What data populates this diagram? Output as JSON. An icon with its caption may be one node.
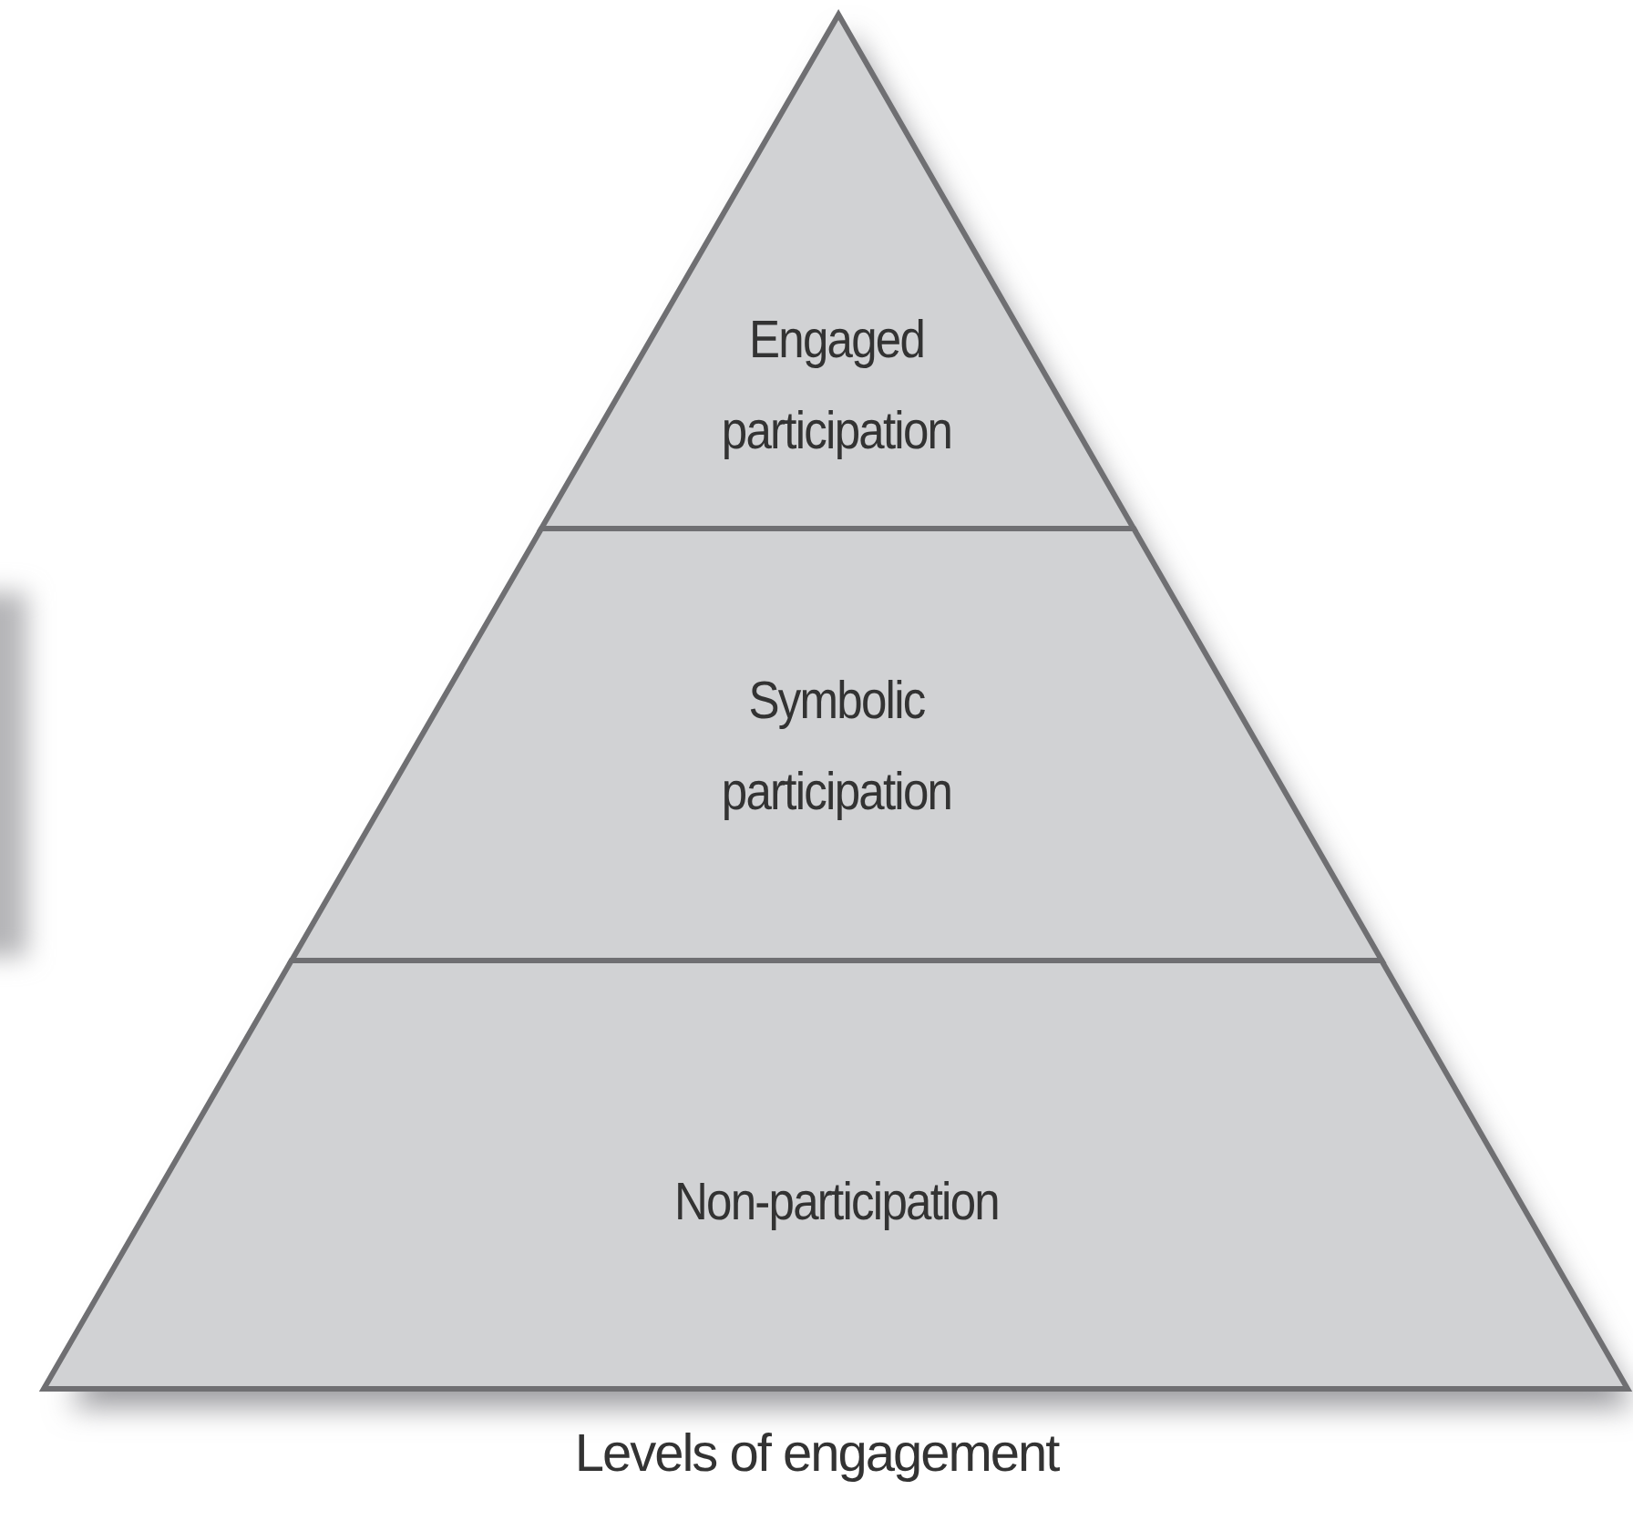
{
  "diagram": {
    "caption": "Levels of engagement",
    "nodes": [
      {
        "text": [
          "Engaged participation"
        ]
      },
      {
        "text": [
          "Symbolic participation"
        ]
      },
      {
        "text": [
          "Non-participation"
        ]
      }
    ]
  }
}
